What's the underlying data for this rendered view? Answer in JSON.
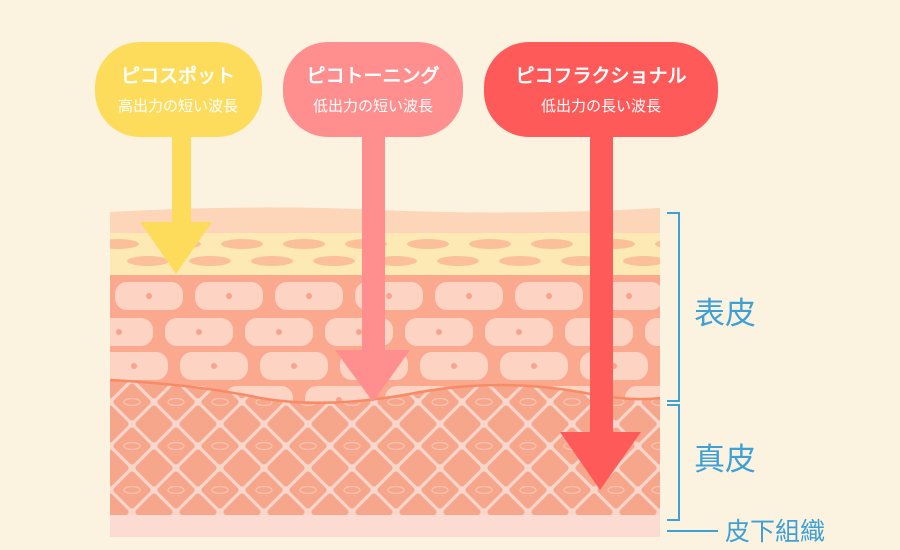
{
  "colors": {
    "background": "#fbf3e0",
    "spot": "#fddc5c",
    "toning": "#ff8f8f",
    "fractional": "#ff5a5a",
    "label": "#3fa0d6"
  },
  "bubbles": [
    {
      "title": "ピコスポット",
      "subtitle": "高出力の短い波長"
    },
    {
      "title": "ピコトーニング",
      "subtitle": "低出力の短い波長"
    },
    {
      "title": "ピコフラクショナル",
      "subtitle": "低出力の長い波長"
    }
  ],
  "layers": {
    "epidermis": "表皮",
    "dermis": "真皮",
    "subcutaneous": "皮下組織"
  }
}
